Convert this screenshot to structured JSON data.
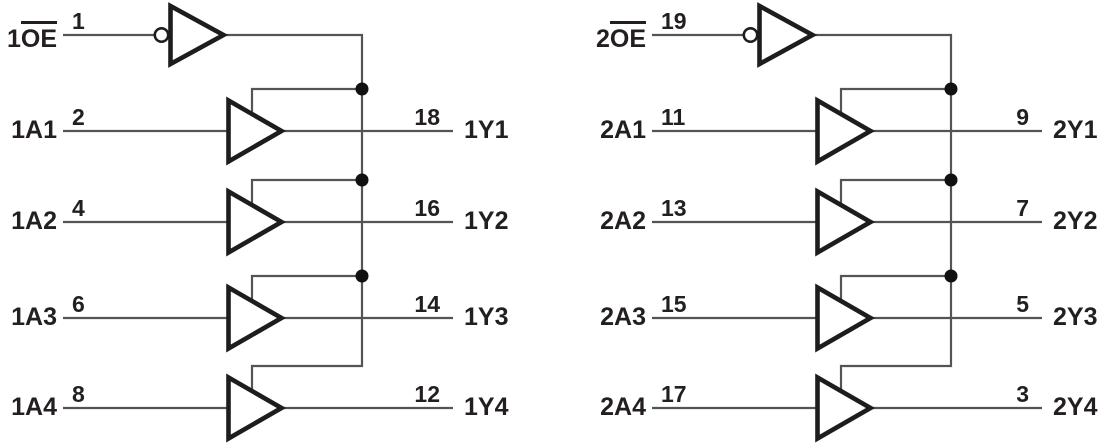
{
  "diagram": {
    "kind": "logic-function-diagram",
    "colors": {
      "background": "#ffffff",
      "wire": "#545454",
      "gate": "#1d1d1d",
      "dot": "#111111",
      "text": "#231f20"
    },
    "channels": [
      {
        "name": "channel-1",
        "oe": {
          "label_prefix": "1",
          "label_overlined": "OE",
          "pin": "1"
        },
        "buffers": [
          {
            "input_label": "1A1",
            "input_pin": "2",
            "output_pin": "18",
            "output_label": "1Y1"
          },
          {
            "input_label": "1A2",
            "input_pin": "4",
            "output_pin": "16",
            "output_label": "1Y2"
          },
          {
            "input_label": "1A3",
            "input_pin": "6",
            "output_pin": "14",
            "output_label": "1Y3"
          },
          {
            "input_label": "1A4",
            "input_pin": "8",
            "output_pin": "12",
            "output_label": "1Y4"
          }
        ]
      },
      {
        "name": "channel-2",
        "oe": {
          "label_prefix": "2",
          "label_overlined": "OE",
          "pin": "19"
        },
        "buffers": [
          {
            "input_label": "2A1",
            "input_pin": "11",
            "output_pin": "9",
            "output_label": "2Y1"
          },
          {
            "input_label": "2A2",
            "input_pin": "13",
            "output_pin": "7",
            "output_label": "2Y2"
          },
          {
            "input_label": "2A3",
            "input_pin": "15",
            "output_pin": "5",
            "output_label": "2Y3"
          },
          {
            "input_label": "2A4",
            "input_pin": "17",
            "output_pin": "3",
            "output_label": "2Y4"
          }
        ]
      }
    ]
  }
}
